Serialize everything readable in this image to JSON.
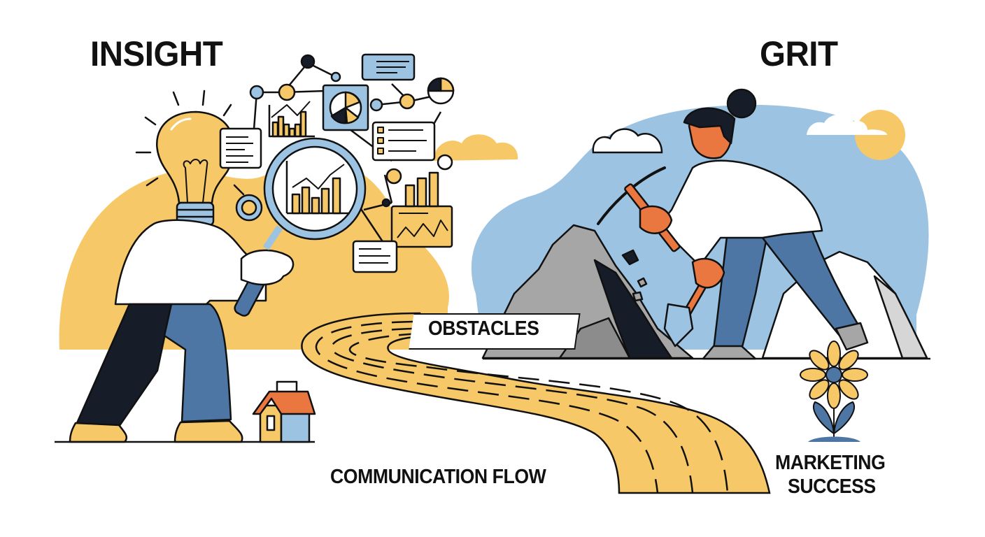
{
  "headings": {
    "left": "INSIGHT",
    "right": "GRIT"
  },
  "labels": {
    "obstacles": "OBSTACLES",
    "communication_flow": "COMMUNICATION FLOW",
    "marketing_success_line1": "MARKETING",
    "marketing_success_line2": "SUCCESS"
  },
  "illustration": {
    "left_figure": "lightbulb-head person holding magnifying glass over data charts",
    "right_figure": "person breaking rock with pickaxe and shovel",
    "path": "winding yellow road",
    "end_marker": "flower"
  },
  "colors": {
    "yellow": "#F7C867",
    "blue_light": "#9DC3E2",
    "blue_mid": "#4E76A4",
    "navy": "#161C28",
    "orange": "#E9773F",
    "gray_rock": "#A6A6A6",
    "gray_dark": "#6F6F6F",
    "ink": "#111111",
    "white": "#FFFFFF"
  }
}
